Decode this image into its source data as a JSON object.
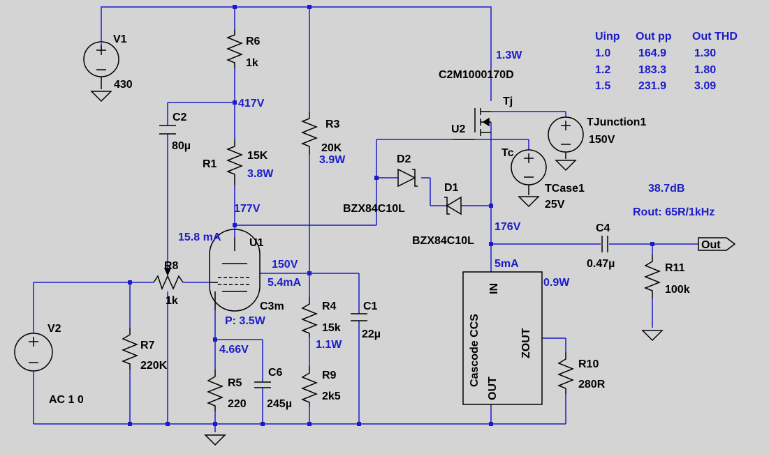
{
  "colors": {
    "background": "#d4d4d4",
    "wire": "#1b1bcc",
    "symbol": "#000000",
    "annotation": "#1b1bcc"
  },
  "labels": {
    "v1": "V1",
    "v1_val": "430",
    "v2": "V2",
    "v2_val": "AC 1 0",
    "r6": "R6",
    "r6_val": "1k",
    "r1": "R1",
    "r1_val": "15K",
    "r1_pwr": "3.8W",
    "r3": "R3",
    "r3_val": "20K",
    "r3_pwr": "3.9W",
    "c2": "C2",
    "c2_val": "80µ",
    "r8": "R8",
    "r8_val": "1k",
    "r7": "R7",
    "r7_val": "220K",
    "u1": "U1",
    "u1_model": "C3m",
    "u1_power": "P: 3.5W",
    "r5": "R5",
    "r5_val": "220",
    "c6": "C6",
    "c6_val": "245µ",
    "r4": "R4",
    "r4_val": "15k",
    "r4_pwr": "1.1W",
    "r9": "R9",
    "r9_val": "2k5",
    "c1": "C1",
    "c1_val": "22µ",
    "u2": "U2",
    "u2_model": "C2M1000170D",
    "u2_power": "1.3W",
    "tj": "Tj",
    "tc": "Tc",
    "tjunction": "TJunction1",
    "tjunction_val": "150V",
    "tcase": "TCase1",
    "tcase_val": "25V",
    "d1": "D1",
    "d1_model": "BZX84C10L",
    "d2": "D2",
    "d2_model": "BZX84C10L",
    "ccs": "Cascode CCS",
    "ccs_in": "IN",
    "ccs_out": "OUT",
    "ccs_zout": "ZOUT",
    "ccs_power": "0.9W",
    "c4": "C4",
    "c4_val": "0.47µ",
    "r11": "R11",
    "r11_val": "100k",
    "r10": "R10",
    "r10_val": "280R",
    "out": "Out"
  },
  "annotations": {
    "v417": "417V",
    "v177": "177V",
    "ma158": "15.8 mA",
    "v150": "150V",
    "ma54": "5.4mA",
    "v466": "4.66V",
    "v176": "176V",
    "ma5": "5mA",
    "gain": "38.7dB",
    "rout": "Rout: 65R/1kHz"
  },
  "table": {
    "headers": [
      "Uinp",
      "Out pp",
      "Out THD"
    ],
    "rows": [
      [
        "1.0",
        "164.9",
        "1.30"
      ],
      [
        "1.2",
        "183.3",
        "1.80"
      ],
      [
        "1.5",
        "231.9",
        "3.09"
      ]
    ]
  }
}
